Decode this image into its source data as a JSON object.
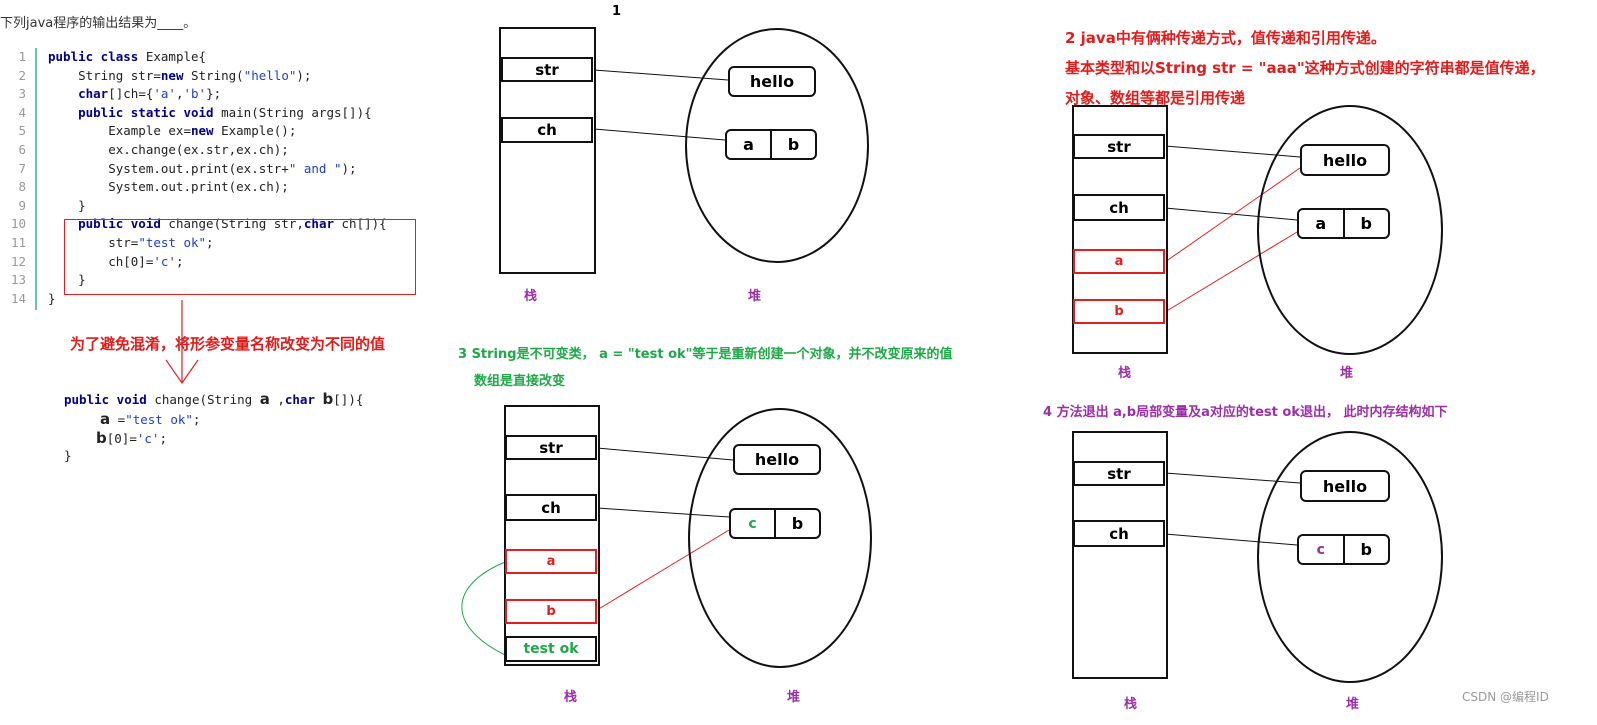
{
  "question": "下列java程序的输出结果为____。",
  "code_lines": [
    {
      "num": "1"
    },
    {
      "num": "2"
    },
    {
      "num": "3"
    },
    {
      "num": "4"
    },
    {
      "num": "5"
    },
    {
      "num": "6"
    },
    {
      "num": "7"
    },
    {
      "num": "8"
    },
    {
      "num": "9"
    },
    {
      "num": "10"
    },
    {
      "num": "11"
    },
    {
      "num": "12"
    },
    {
      "num": "13"
    },
    {
      "num": "14"
    }
  ],
  "code_text": {
    "l1a": "public class",
    "l1b": " Example{",
    "l2a": "    String str=",
    "l2b": "new",
    "l2c": " String(",
    "l2d": "\"hello\"",
    "l2e": ");",
    "l3a": "    char",
    "l3b": "[]ch={",
    "l3c": "'a'",
    "l3d": ",",
    "l3e": "'b'",
    "l3f": "};",
    "l4a": "    public static void",
    "l4b": " main(String args[]){",
    "l5a": "        Example ex=",
    "l5b": "new",
    "l5c": " Example();",
    "l6a": "        ex.change(ex.str,ex.ch);",
    "l7a": "        System.out.print(ex.str+",
    "l7b": "\" and \"",
    "l7c": ");",
    "l8a": "        System.out.print(ex.ch);",
    "l9a": "    }",
    "l10a": "    public void",
    "l10b": " change(String str,",
    "l10c": "char",
    "l10d": " ch[]){",
    "l11a": "        str=",
    "l11b": "\"test ok\"",
    "l11c": ";",
    "l12a": "        ch[0]=",
    "l12b": "'c'",
    "l12c": ";",
    "l13a": "    }",
    "l14a": "}"
  },
  "rename_note": "为了避免混淆，将形参变量名称改变为不同的值",
  "renamed_code": {
    "l1a": "public void",
    "l1b": " change(String ",
    "l1c": "a",
    "l1d": " ,",
    "l1e": "char",
    "l1f": " ",
    "l1g": "b",
    "l1h": "[]){",
    "l2a": "a",
    "l2b": " =",
    "l2c": "\"test ok\"",
    "l2d": ";",
    "l3a": "b",
    "l3b": "[0]=",
    "l3c": "'c'",
    "l3d": ";",
    "l4a": "}"
  },
  "step1_label": "1",
  "step2_note": [
    "2 java中有俩种传递方式，值传递和引用传递。",
    "基本类型和以String str = \"aaa\"这种方式创建的字符串都是值传递，",
    "对象、数组等都是引用传递"
  ],
  "step3_note": [
    "3 String是不可变类， a = \"test ok\"等于是重新创建一个对象，并不改变原来的值",
    "数组是直接改变"
  ],
  "step4_note": "4   方法退出 a,b局部变量及a对应的test ok退出， 此时内存结构如下",
  "labels": {
    "str": "str",
    "ch": "ch",
    "a": "a",
    "b": "b",
    "test_ok": "test  ok",
    "hello": "hello",
    "arr_a": "a",
    "arr_b": "b",
    "arr_c": "c",
    "stack": "栈",
    "heap": "堆"
  },
  "watermark": "CSDN @编程ID",
  "colors": {
    "red": "#e02020",
    "green": "#1fa848",
    "purple": "#9a2fa8",
    "accent_gutter": "#6ec6a6"
  }
}
